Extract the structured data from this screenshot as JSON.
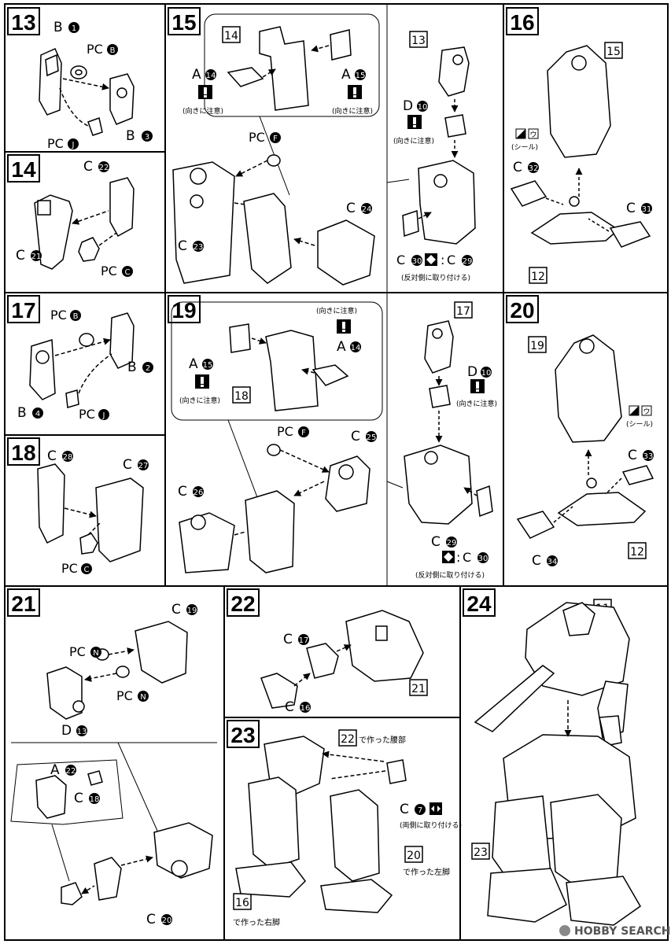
{
  "steps": [
    {
      "num": "13",
      "labels": [
        "B",
        "PC",
        "B",
        "PC"
      ],
      "circ": [
        "1",
        "B",
        "3",
        "J"
      ]
    },
    {
      "num": "14",
      "labels": [
        "C",
        "C",
        "PC"
      ],
      "circ": [
        "22",
        "21",
        "C"
      ]
    },
    {
      "num": "15",
      "labels": [
        "A",
        "A",
        "PC",
        "C",
        "C",
        "D",
        "C",
        "C"
      ],
      "circ": [
        "14",
        "15",
        "F",
        "23",
        "24",
        "10",
        "30",
        "29"
      ],
      "boxes": [
        "14",
        "13"
      ]
    },
    {
      "num": "16",
      "labels": [
        "C",
        "C"
      ],
      "circ": [
        "32",
        "31"
      ],
      "boxes": [
        "15",
        "12"
      ],
      "seal": "ウ"
    },
    {
      "num": "17",
      "labels": [
        "PC",
        "B",
        "B",
        "PC"
      ],
      "circ": [
        "B",
        "2",
        "4",
        "J"
      ]
    },
    {
      "num": "18",
      "labels": [
        "C",
        "C",
        "PC"
      ],
      "circ": [
        "28",
        "27",
        "C"
      ]
    },
    {
      "num": "19",
      "labels": [
        "A",
        "A",
        "PC",
        "C",
        "C",
        "D",
        "C",
        "C"
      ],
      "circ": [
        "15",
        "14",
        "F",
        "25",
        "26",
        "10",
        "29",
        "30"
      ],
      "boxes": [
        "18",
        "17"
      ]
    },
    {
      "num": "20",
      "labels": [
        "C",
        "C"
      ],
      "circ": [
        "33",
        "34"
      ],
      "boxes": [
        "19",
        "12"
      ],
      "seal": "ウ"
    },
    {
      "num": "21",
      "labels": [
        "PC",
        "C",
        "PC",
        "D",
        "A",
        "C",
        "C"
      ],
      "circ": [
        "N",
        "19",
        "N",
        "13",
        "22",
        "18",
        "20"
      ]
    },
    {
      "num": "22",
      "labels": [
        "C",
        "C"
      ],
      "circ": [
        "17",
        "16"
      ],
      "boxes": [
        "21"
      ]
    },
    {
      "num": "23",
      "labels": [
        "C"
      ],
      "circ": [
        "7"
      ],
      "boxes": [
        "22",
        "20",
        "16"
      ]
    },
    {
      "num": "24",
      "boxes": [
        "11",
        "23"
      ]
    }
  ],
  "notes": {
    "caution": "(向きに注意)",
    "opposite_side": "(反対側に取り付ける)",
    "both_sides": "(両側に取り付ける)",
    "seal": "(シール)",
    "waist": "で作った腰部",
    "left_leg": "で作った左脚",
    "right_leg": "で作った右脚",
    "colon": ":"
  },
  "watermark": "HOBBY SEARCH"
}
